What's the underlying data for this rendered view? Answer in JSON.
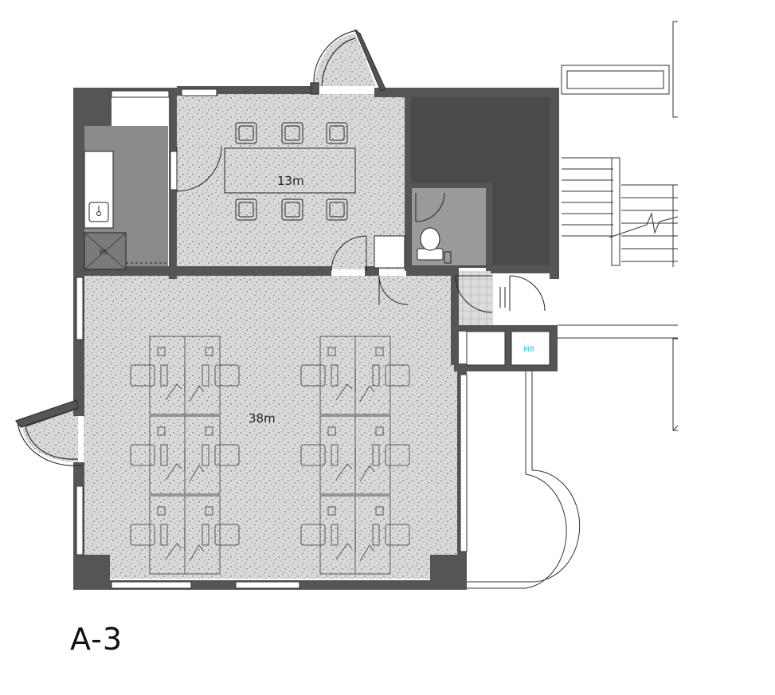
{
  "plan": {
    "title": "A-3",
    "rooms": [
      {
        "id": "meeting-room",
        "label": "13m"
      },
      {
        "id": "office-room",
        "label": "38m"
      }
    ],
    "equipment": [
      {
        "id": "meter-box",
        "label": "MB"
      },
      {
        "id": "pipe-shaft",
        "label": "PS"
      }
    ],
    "colors": {
      "wall": "#555555",
      "dark_room": "#4a4a4a",
      "floor": "#d9d9d9",
      "kitchen": "#8a8a8a",
      "toilet_room": "#9a9a9a",
      "mb_text": "#33c6e8"
    }
  }
}
